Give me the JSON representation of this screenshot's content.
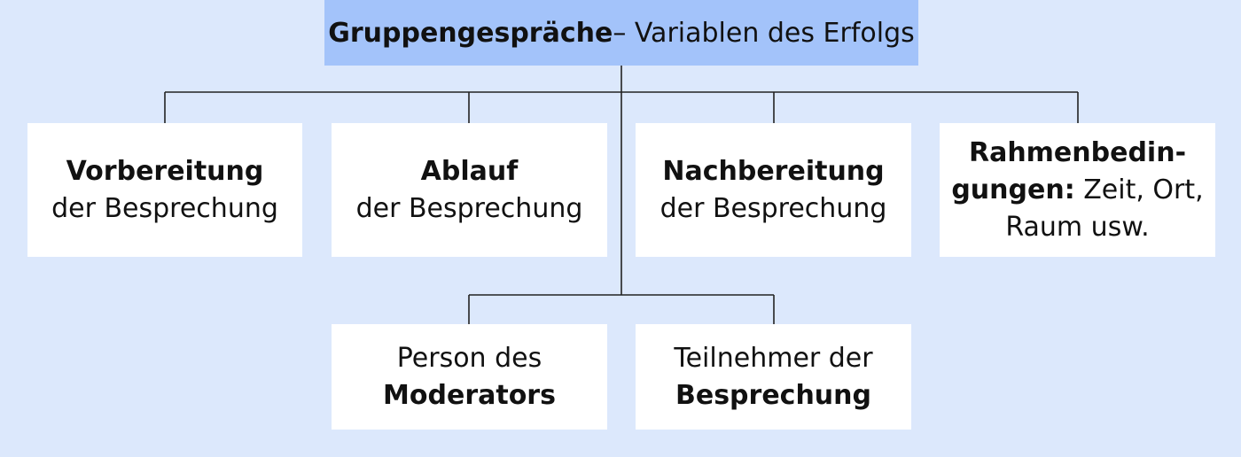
{
  "title": {
    "bold": "Gruppengespräche",
    "rest": " – Variablen des Erfolgs"
  },
  "boxes": {
    "vorbereitung": {
      "line1": "Vorbereitung",
      "line2": "der Besprechung"
    },
    "ablauf": {
      "line1": "Ablauf",
      "line2": "der Besprechung"
    },
    "nachbereitung": {
      "line1": "Nachbereitung",
      "line2": "der Besprechung"
    },
    "rahmen": {
      "line1": "Rahmenbedin-",
      "line2_bold": "gungen:",
      "line2_rest": " Zeit, Ort,",
      "line3": "Raum usw."
    },
    "moderator": {
      "line1": "Person des",
      "line2": "Moderators"
    },
    "teilnehmer": {
      "line1": "Teilnehmer der",
      "line2": "Besprechung"
    }
  },
  "colors": {
    "background": "#dce8fc",
    "title_fill": "#a3c3fa",
    "box_fill": "#ffffff",
    "line": "#222222"
  }
}
